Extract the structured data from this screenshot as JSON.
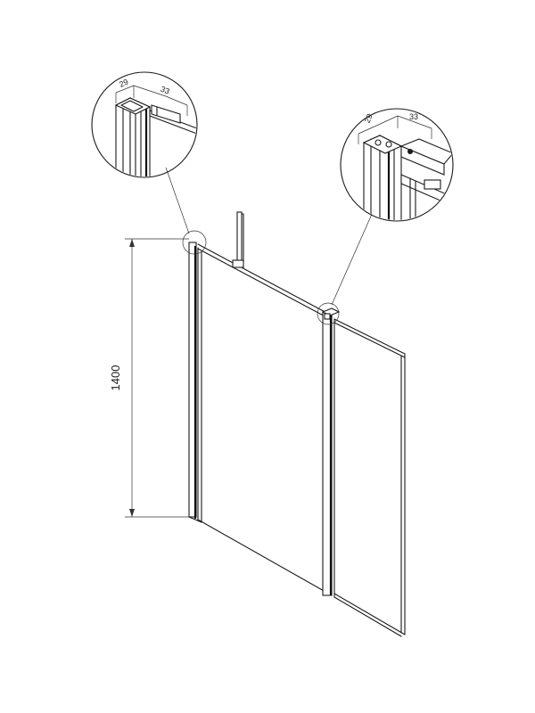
{
  "diagram": {
    "height_dimension": "1400",
    "detail_left": {
      "dim_a": "29",
      "dim_b": "33"
    },
    "detail_right": {
      "dim_a": "29",
      "dim_b": "33"
    },
    "colors": {
      "line": "#1a1a1a",
      "background": "#ffffff"
    }
  }
}
